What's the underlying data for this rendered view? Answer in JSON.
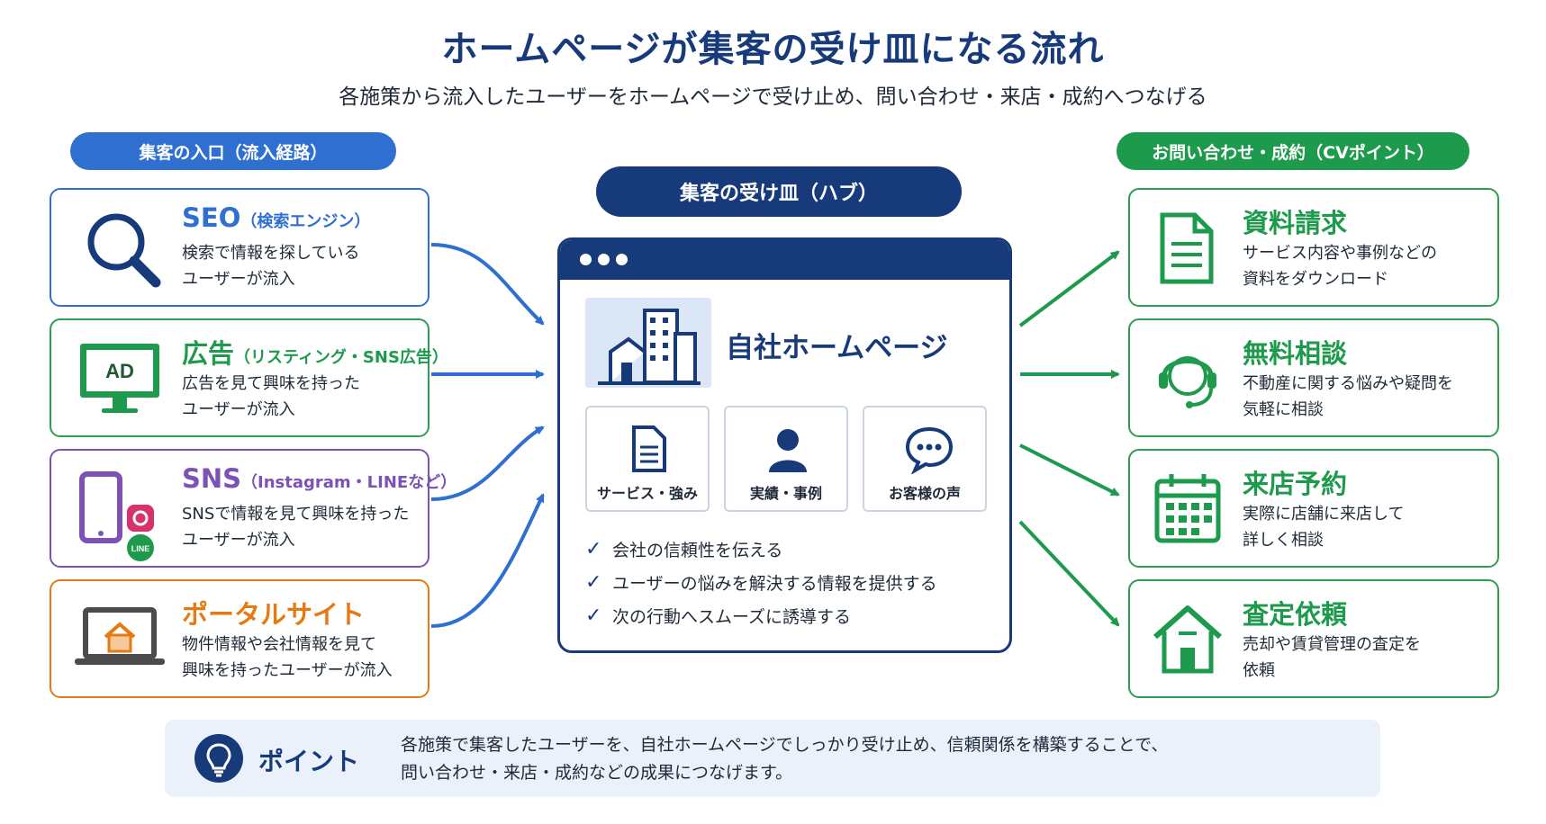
{
  "title": "ホームページが集客の受け皿になる流れ",
  "subtitle": "各施策から流入したユーザーをホームページで受け止め、問い合わせ・来店・成約へつなげる",
  "entry_label": "集客の入口（流入経路）",
  "hub_label": "集客の受け皿（ハブ）",
  "cv_label": "お問い合わせ・成約（CVポイント）",
  "colors": {
    "navy": "#173a7a",
    "blue": "#2f6fd0",
    "green": "#1e9a4c",
    "purple": "#7c52b5",
    "orange": "#e67a12"
  },
  "sources": [
    {
      "title": "SEO",
      "sub": "（検索エンジン）",
      "desc": "検索で情報を探している\nユーザーが流入",
      "icon": "magnifier-icon",
      "color": "#2f6fd0"
    },
    {
      "title": "広告",
      "sub": "（リスティング・SNS広告）",
      "desc": "広告を見て興味を持った\nユーザーが流入",
      "icon": "ad-monitor-icon",
      "icon_text": "AD",
      "color": "#1e9a4c"
    },
    {
      "title": "SNS",
      "sub": "（Instagram・LINEなど）",
      "desc": "SNSで情報を見て興味を持った\nユーザーが流入",
      "icon": "smartphone-icon",
      "icon_text": "LINE",
      "color": "#7c52b5"
    },
    {
      "title": "ポータルサイト",
      "sub": "",
      "desc": "物件情報や会社情報を見て\n興味を持ったユーザーが流入",
      "icon": "laptop-house-icon",
      "color": "#e67a12"
    }
  ],
  "hub": {
    "name": "自社ホームページ",
    "features": [
      {
        "label": "サービス・強み",
        "icon": "document-icon"
      },
      {
        "label": "実績・事例",
        "icon": "person-icon"
      },
      {
        "label": "お客様の声",
        "icon": "speech-bubble-icon"
      }
    ],
    "checks": [
      "会社の信頼性を伝える",
      "ユーザーの悩みを解決する情報を提供する",
      "次の行動へスムーズに誘導する"
    ]
  },
  "conversions": [
    {
      "title": "資料請求",
      "desc": "サービス内容や事例などの\n資料をダウンロード",
      "icon": "document-icon"
    },
    {
      "title": "無料相談",
      "desc": "不動産に関する悩みや疑問を\n気軽に相談",
      "icon": "headset-operator-icon"
    },
    {
      "title": "来店予約",
      "desc": "実際に店舗に来店して\n詳しく相談",
      "icon": "calendar-icon"
    },
    {
      "title": "査定依頼",
      "desc": "売却や賃貸管理の査定を\n依頼",
      "icon": "house-icon"
    }
  ],
  "point": {
    "label": "ポイント",
    "text": "各施策で集客したユーザーを、自社ホームページでしっかり受け止め、信頼関係を構築することで、\n問い合わせ・来店・成約などの成果につなげます。",
    "icon": "lightbulb-icon"
  }
}
